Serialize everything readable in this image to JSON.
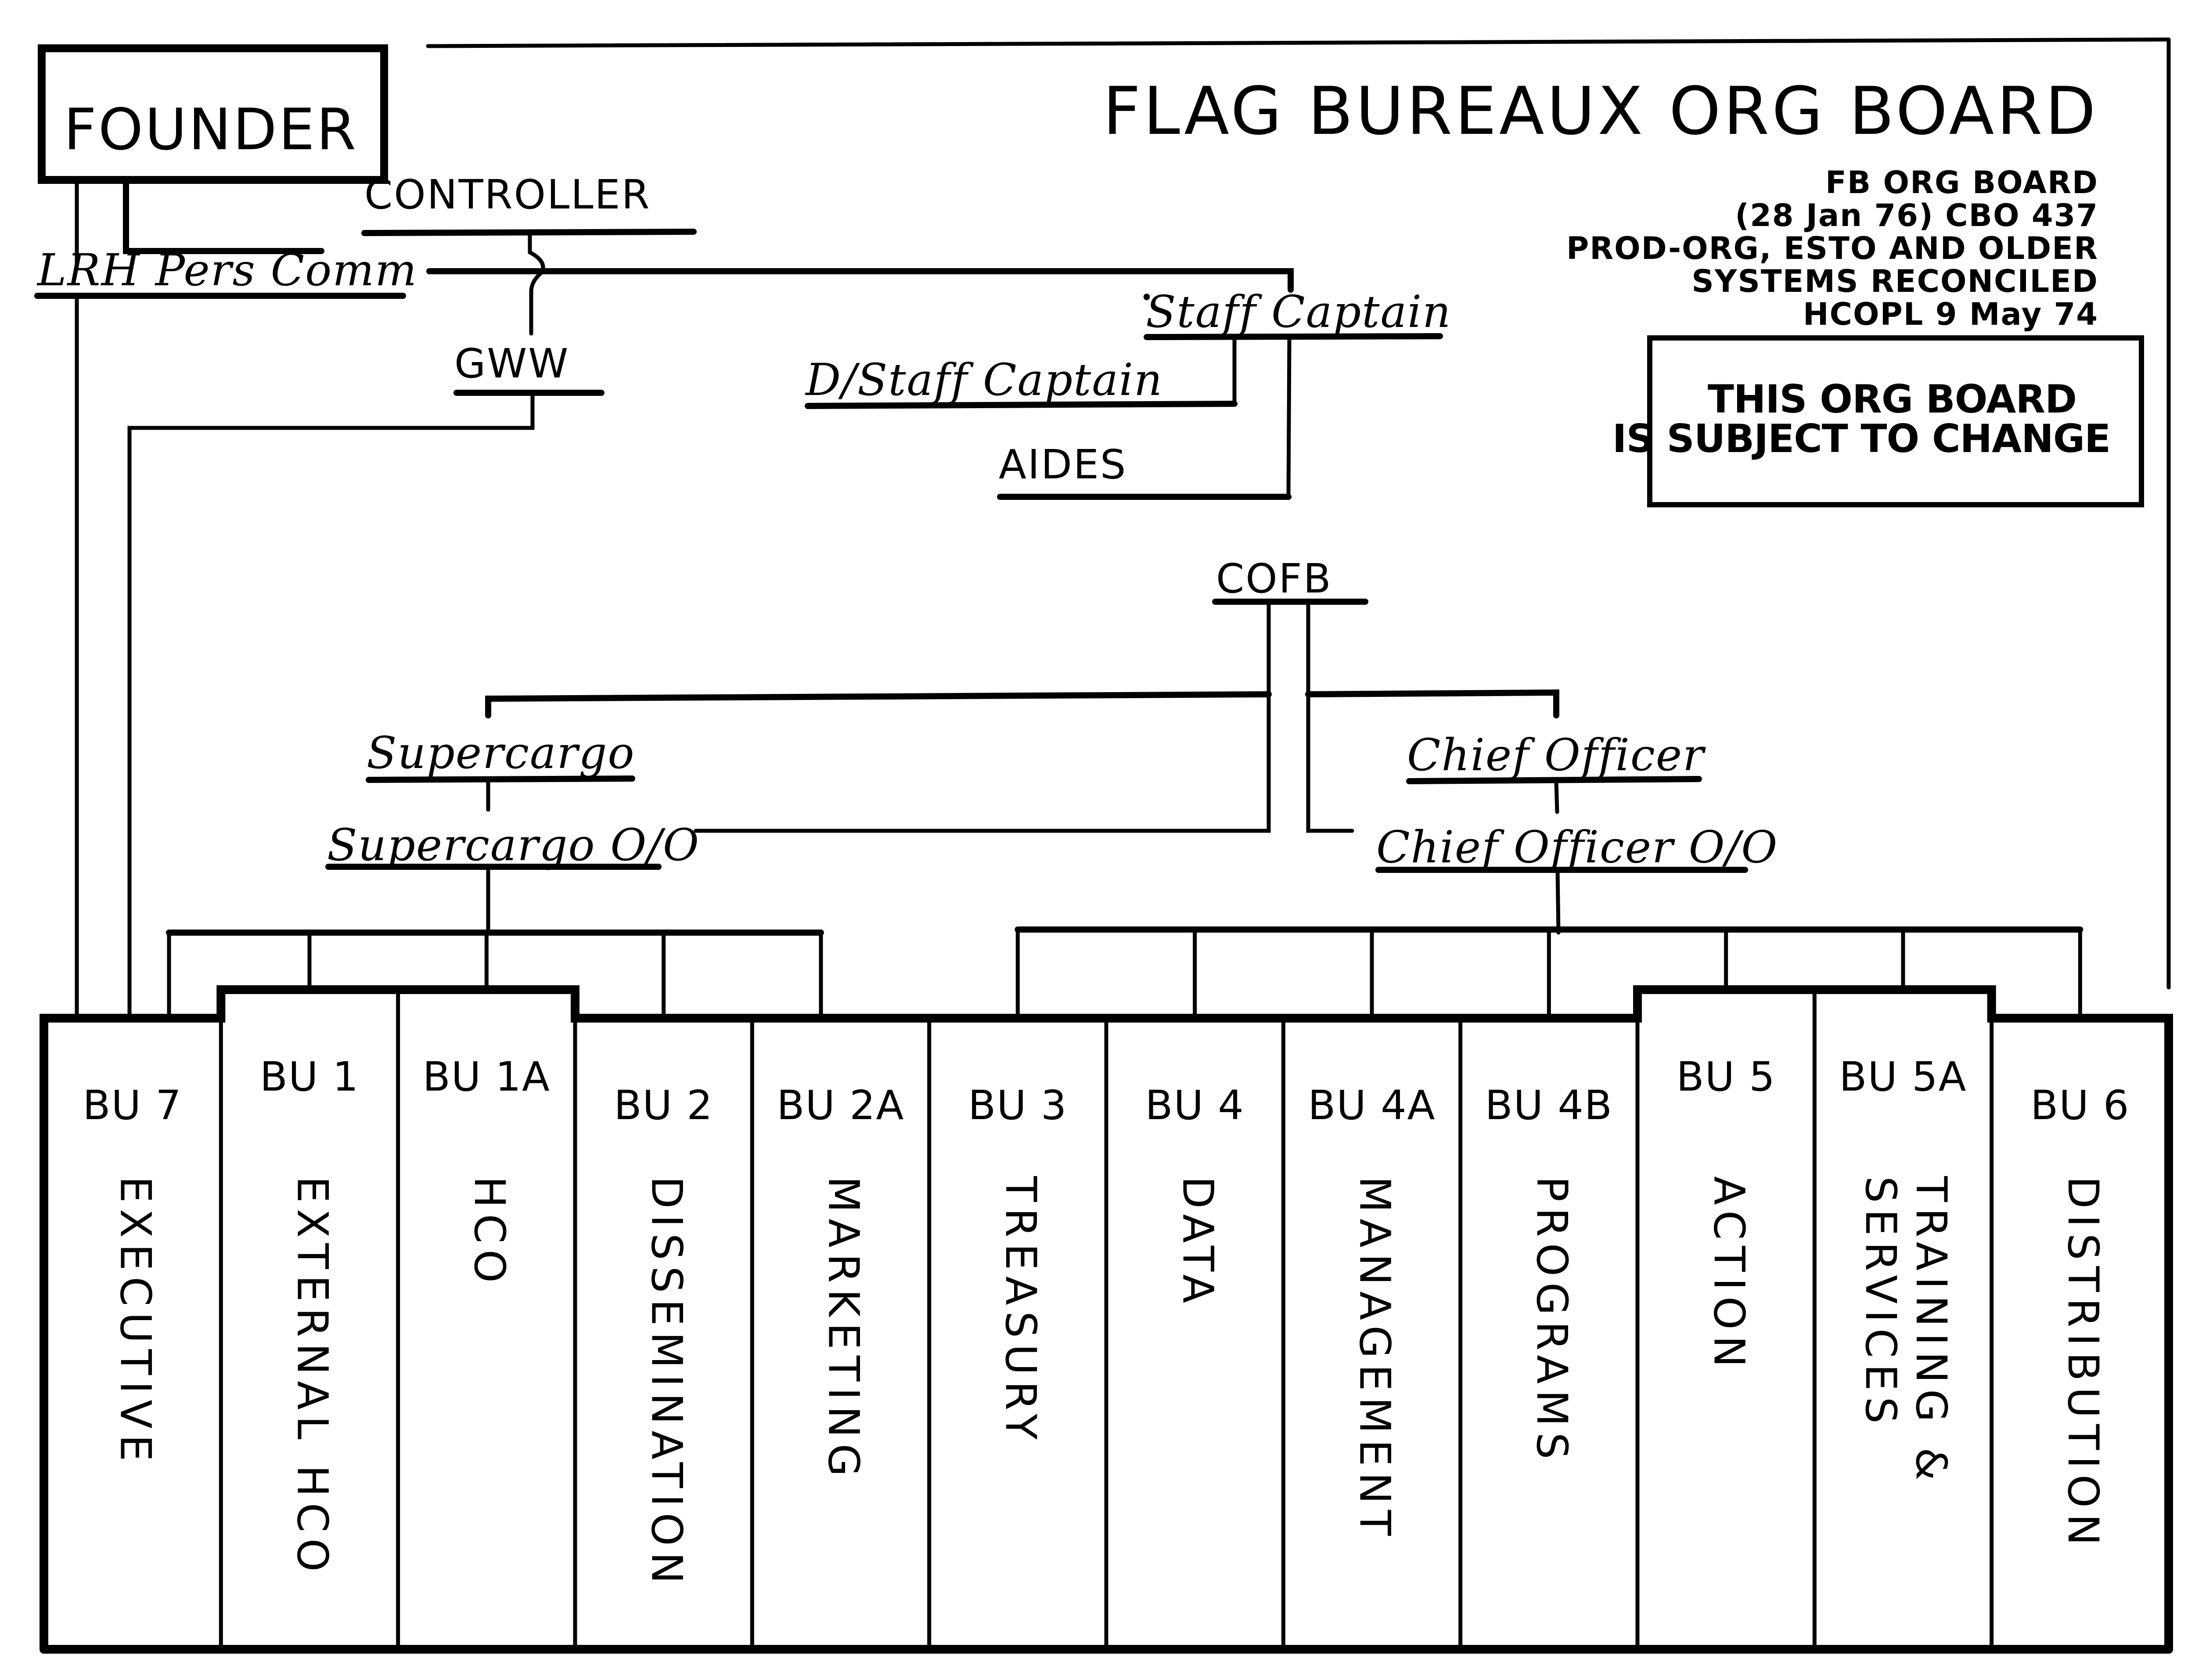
{
  "board": {
    "title": "FLAG BUREAUX ORG BOARD",
    "subtitle_lines": [
      "FB ORG BOARD",
      "(28 Jan 76)   CBO 437",
      "PROD-ORG, ESTO AND OLDER",
      "SYSTEMS RECONCILED",
      "HCOPL 9 May 74"
    ],
    "notice_lines": [
      "THIS ORG BOARD",
      "IS SUBJECT TO CHANGE"
    ]
  },
  "posts": {
    "founder": "FOUNDER",
    "controller": "CONTROLLER",
    "lrh_pers_comm": "LRH Pers Comm",
    "gww": "GWW",
    "staff_captain": "Staff Captain",
    "d_staff_captain": "D/Staff Captain",
    "aides": "AIDES",
    "cofb": "COFB",
    "supercargo": "Supercargo",
    "supercargo_oo": "Supercargo O/O",
    "chief_officer": "Chief Officer",
    "chief_officer_oo": "Chief Officer O/O"
  },
  "bureaux": [
    {
      "code": "BU 7",
      "name": "EXECUTIVE",
      "raised": false,
      "reports_to": "Founder / GWW"
    },
    {
      "code": "BU 1",
      "name": "EXTERNAL HCO",
      "raised": true,
      "reports_to": "Supercargo O/O"
    },
    {
      "code": "BU 1A",
      "name": "HCO",
      "raised": true,
      "reports_to": "Supercargo O/O"
    },
    {
      "code": "BU 2",
      "name": "DISSEMINATION",
      "raised": false,
      "reports_to": "Supercargo O/O"
    },
    {
      "code": "BU 2A",
      "name": "MARKETING",
      "raised": false,
      "reports_to": "Supercargo O/O"
    },
    {
      "code": "BU 3",
      "name": "TREASURY",
      "raised": false,
      "reports_to": "Chief Officer O/O"
    },
    {
      "code": "BU 4",
      "name": "DATA",
      "raised": false,
      "reports_to": "Chief Officer O/O"
    },
    {
      "code": "BU 4A",
      "name": "MANAGEMENT",
      "raised": false,
      "reports_to": "Chief Officer O/O"
    },
    {
      "code": "BU 4B",
      "name": "PROGRAMS",
      "raised": false,
      "reports_to": "Chief Officer O/O"
    },
    {
      "code": "BU 5",
      "name": "ACTION",
      "raised": true,
      "reports_to": "Chief Officer O/O"
    },
    {
      "code": "BU 5A",
      "name": "TRAINING & SERVICES",
      "name_lines": [
        "TRAINING &",
        "SERVICES"
      ],
      "raised": true,
      "reports_to": "Chief Officer O/O"
    },
    {
      "code": "BU 6",
      "name": "DISTRIBUTION",
      "raised": false,
      "reports_to": "Chief Officer O/O"
    }
  ],
  "colors": {
    "ink": "#000000",
    "paper": "#ffffff"
  }
}
